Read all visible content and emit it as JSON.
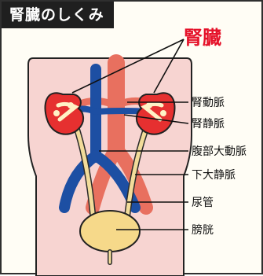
{
  "title": "腎臓のしくみ",
  "main_label": "腎臓",
  "labels": {
    "renal_artery": "腎動脈",
    "renal_vein": "腎静脈",
    "abdominal_aorta": "腹部大動脈",
    "inferior_vena_cava": "下大静脈",
    "ureter": "尿管",
    "bladder": "膀胱"
  },
  "colors": {
    "artery": "#e8705f",
    "vein": "#1d4fa3",
    "kidney": "#e63030",
    "body": "#f7d4d1",
    "ureter": "#f2dc9a",
    "bladder": "#f6d98a",
    "title_bg": "#1f1f1f",
    "highlight": "#e5122a"
  }
}
